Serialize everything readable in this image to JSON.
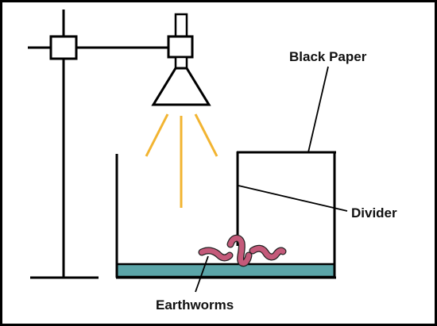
{
  "labels": {
    "black_paper": "Black Paper",
    "divider": "Divider",
    "earthworms": "Earthworms"
  },
  "colors": {
    "line": "#000000",
    "light_rays": "#F2B431",
    "soil": "#5BA5A8",
    "worm": "#C45A7A",
    "worm_outline": "#222222"
  },
  "icons": {
    "stand": "ring-stand-icon",
    "lamp": "lamp-icon",
    "worm": "earthworm-icon"
  }
}
